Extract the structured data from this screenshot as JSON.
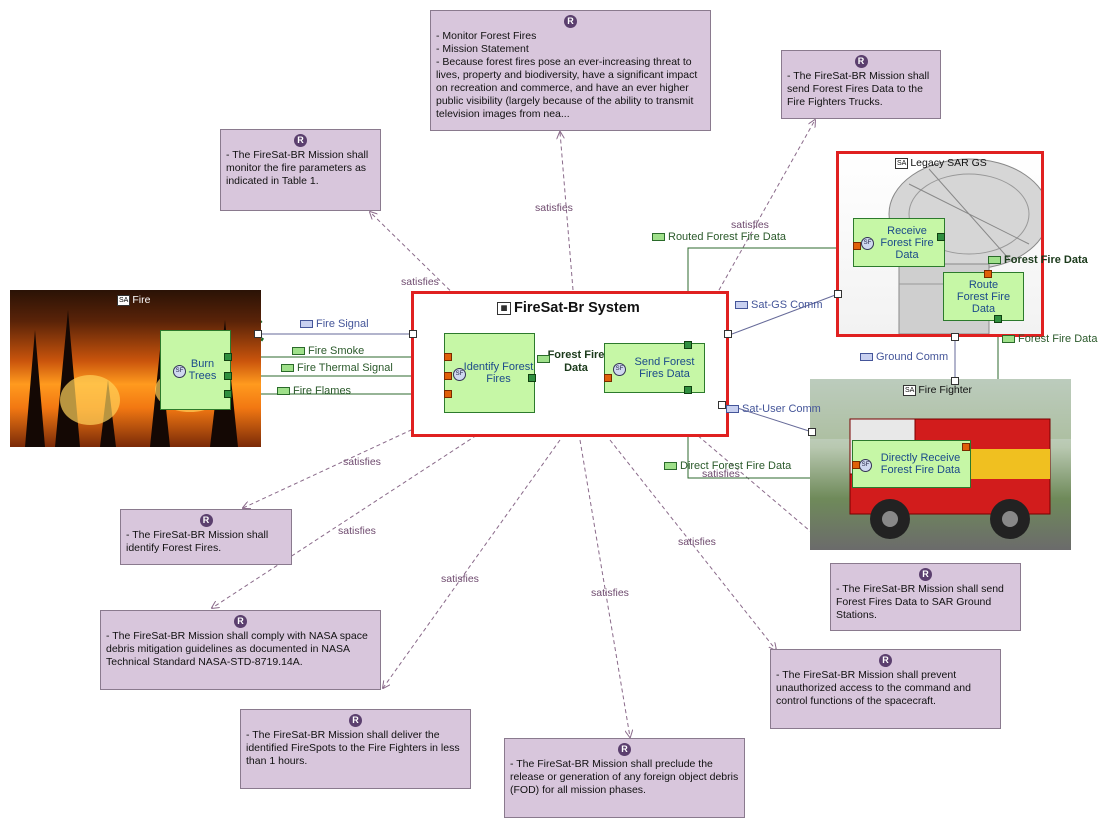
{
  "system": {
    "title": "FireSat-Br System",
    "icon": "system-component-icon"
  },
  "entities": {
    "fire": {
      "title": "Fire",
      "icon": "sa-actor-icon"
    },
    "legacy_gs": {
      "title": "Legacy SAR GS",
      "icon": "sa-actor-icon"
    },
    "fire_fighter": {
      "title": "Fire Fighter",
      "icon": "sa-actor-icon"
    }
  },
  "functions": {
    "burn_trees": "Burn Trees",
    "identify": "Identify Forest Fires",
    "send": "Send Forest Fires Data",
    "receive": "Receive Forest Fire Data",
    "route": "Route Forest Fire Data",
    "direct_receive": "Directly Receive Forest Fire Data"
  },
  "flows": {
    "fire_signal": "Fire Signal",
    "fire_smoke": "Fire Smoke",
    "fire_thermal": "Fire Thermal Signal",
    "fire_flames": "Fire Flames",
    "forest_fire_data_internal": "Forest Fire Data",
    "routed": "Routed Forest Fire Data",
    "forest_fire_data_1": "Forest Fire Data",
    "forest_fire_data_2": "Forest Fire Data",
    "direct": "Direct Forest Fire Data"
  },
  "exchanges": {
    "sat_gs": "Sat-GS Comm",
    "ground": "Ground Comm",
    "sat_user": "Sat-User Comm"
  },
  "satisfies_label": "satisfies",
  "requirements": {
    "r_top": "- Monitor Forest Fires\n- Mission Statement\n- Because forest fires pose an ever-increasing threat to lives, property and biodiversity, have a significant impact on recreation and commerce, and have an ever higher public visibility (largely because of the ability to transmit television images from nea...",
    "r_trucks": "- The FireSat-BR Mission shall send Forest Fires Data to the Fire Fighters Trucks.",
    "r_monitor": "- The FireSat-BR Mission shall monitor the fire parameters as indicated in Table 1.",
    "r_identify": "- The FireSat-BR Mission shall identify Forest Fires.",
    "r_debris": "- The FireSat-BR Mission shall comply with NASA space debris mitigation guidelines as documented in NASA Technical Standard NASA-STD-8719.14A.",
    "r_deliver": "- The FireSat-BR Mission shall deliver the identified FireSpots to the Fire Fighters in less than 1 hours.",
    "r_fod": "- The FireSat-BR Mission shall preclude the release or generation of any foreign object debris (FOD) for all mission phases.",
    "r_unauth": "- The FireSat-BR Mission shall prevent unauthorized access to the command and control functions of the spacecraft.",
    "r_sar": "- The FireSat-BR Mission shall send Forest Fires Data to SAR Ground Stations."
  },
  "requirement_icon": "requirement-r-icon",
  "function_icon": "system-function-sf-icon",
  "colors": {
    "requirement_bg": "#d8c6dc",
    "function_bg": "#c6f7a6",
    "highlight_red": "#e02020",
    "flow_green": "#2b5a2b",
    "exchange_blue": "#445599",
    "satisfies_purple": "#6e4a6e"
  }
}
